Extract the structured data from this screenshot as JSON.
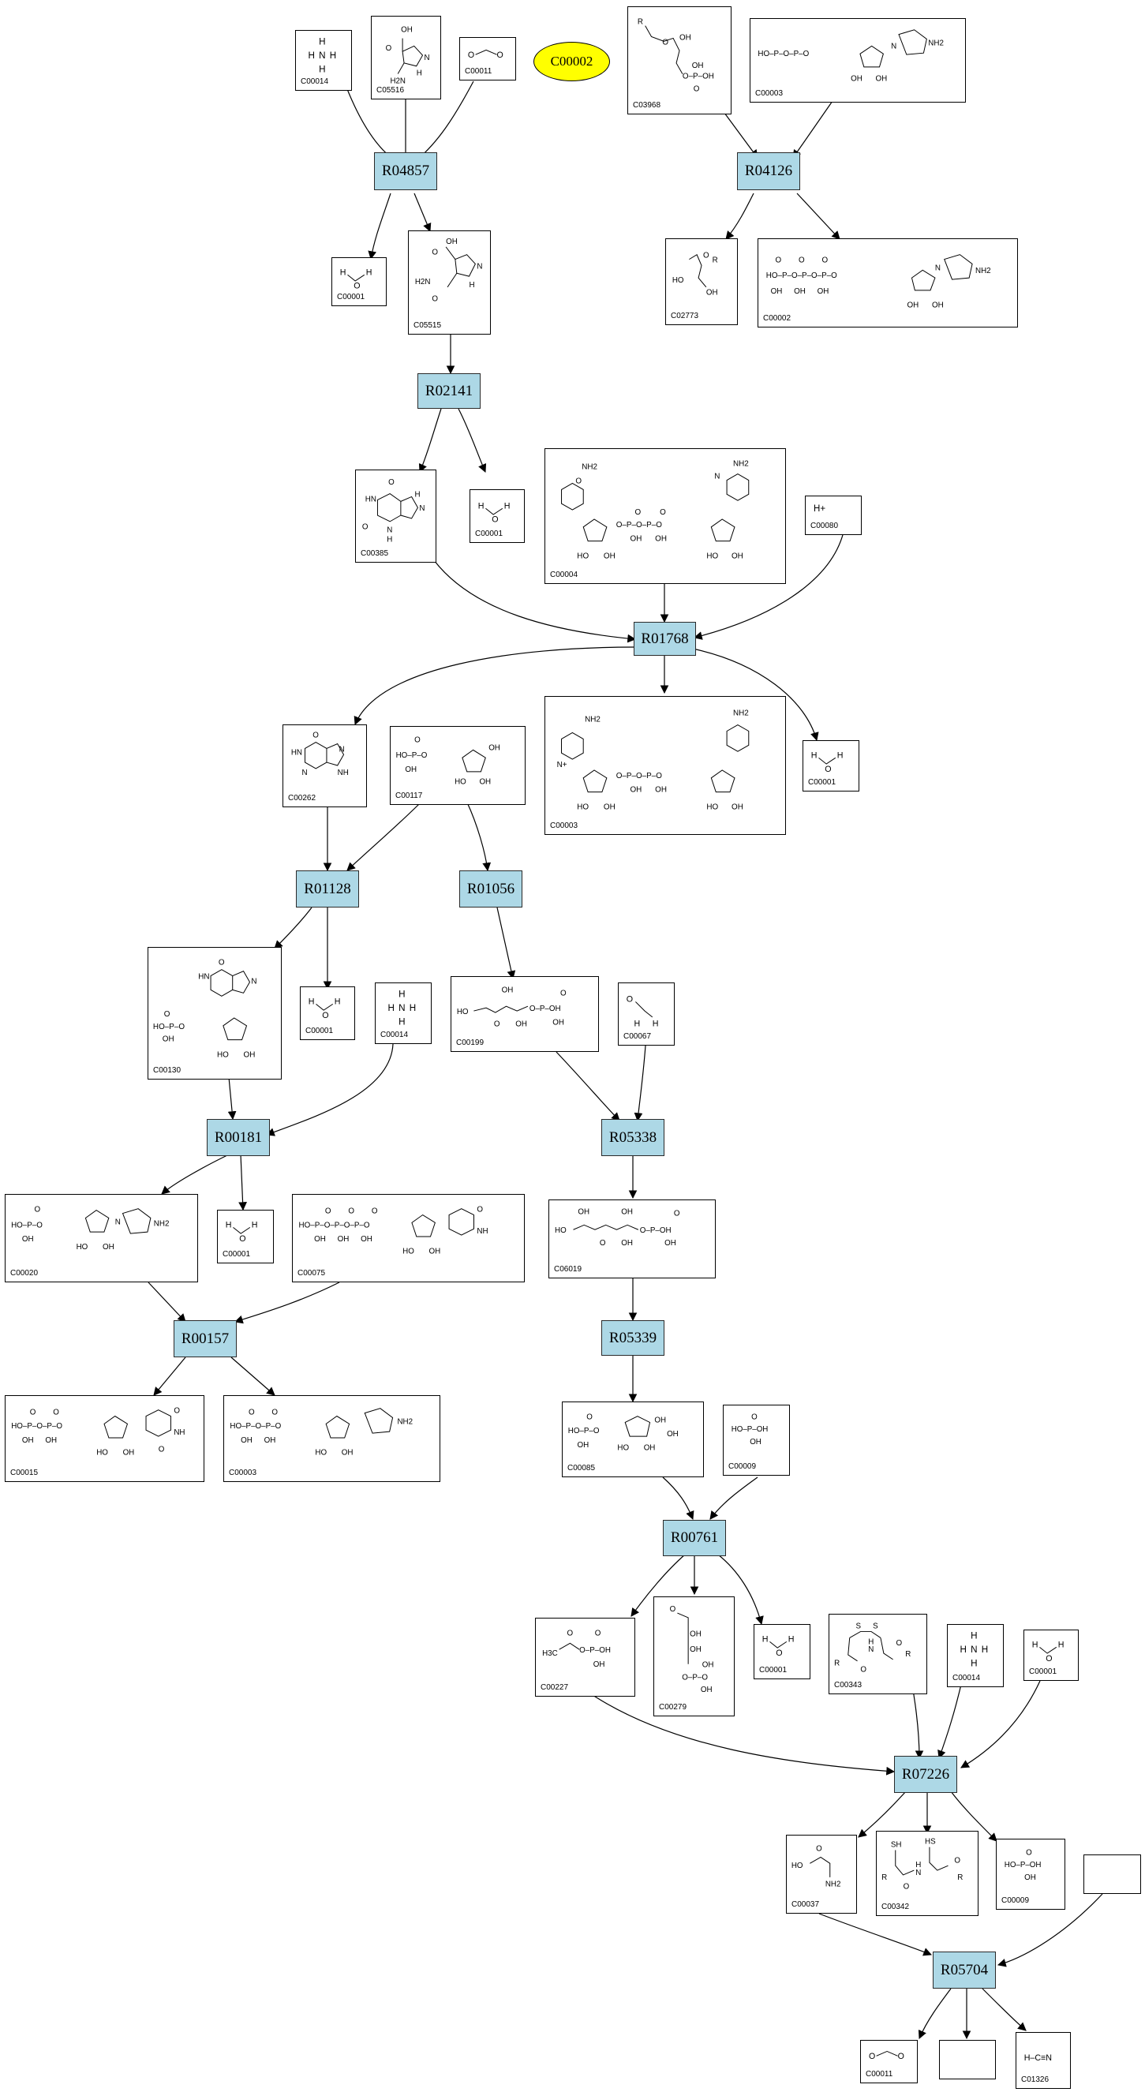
{
  "highlight": {
    "id": "C00002",
    "color": "#ffff00"
  },
  "colors": {
    "reaction_fill": "#add8e6",
    "edge": "#000000",
    "node_border": "#000000"
  },
  "reactions": [
    "R04857",
    "R04126",
    "R02141",
    "R01768",
    "R01128",
    "R01056",
    "R00181",
    "R05338",
    "R00157",
    "R05339",
    "R00761",
    "R07226",
    "R05704"
  ],
  "compounds": {
    "c00014a": "C00014",
    "c05516": "C05516",
    "c00011a": "C00011",
    "c03968": "C03968",
    "c00003a": "C00003",
    "c00001a": "C00001",
    "c05515": "C05515",
    "c02773": "C02773",
    "c00002": "C00002",
    "c00385": "C00385",
    "c00001b": "C00001",
    "c00004": "C00004",
    "c00080": "C00080",
    "c00262": "C00262",
    "c00117": "C00117",
    "c00003b": "C00003",
    "c00001c": "C00001",
    "c00130": "C00130",
    "c00001d": "C00001",
    "c00014b": "C00014",
    "c00199": "C00199",
    "c00067": "C00067",
    "c00020": "C00020",
    "c00001e": "C00001",
    "c00075": "C00075",
    "c06019": "C06019",
    "c00015": "C00015",
    "c00003c": "C00003",
    "c00085": "C00085",
    "c00009a": "C00009",
    "c00227": "C00227",
    "c00279": "C00279",
    "c00001f": "C00001",
    "c00343": "C00343",
    "c00014c": "C00014",
    "c00001g": "C00001",
    "c00037": "C00037",
    "c00342": "C00342",
    "c00009b": "C00009",
    "blank1": "",
    "c00011b": "C00011",
    "blank2": "",
    "c01326": "C01326"
  },
  "text_glyphs": {
    "proton": "H+",
    "water": "H2O",
    "ammonia": "NH3",
    "hcn": "H–C≡N"
  }
}
